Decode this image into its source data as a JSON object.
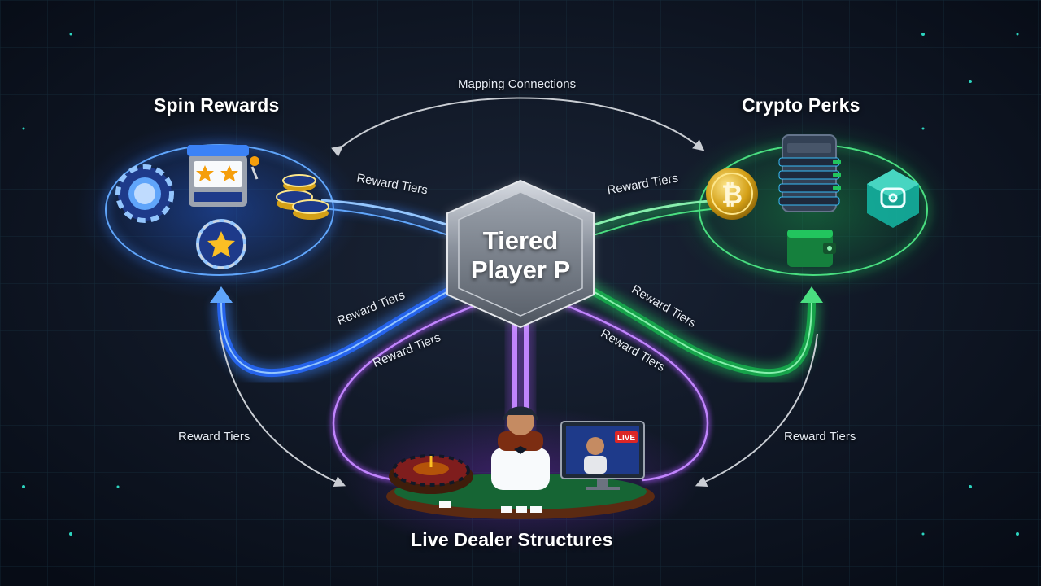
{
  "hub": {
    "line1": "Tiered",
    "line2": "Player P"
  },
  "nodes": {
    "spin": {
      "title": "Spin Rewards",
      "color": "#3b82f6"
    },
    "crypto": {
      "title": "Crypto Perks",
      "color": "#22c55e"
    },
    "live": {
      "title": "Live Dealer Structures",
      "color": "#a855f7"
    }
  },
  "mapping_label": "Mapping Connections",
  "edge_labels": {
    "spin_hub": "Reward Tiers",
    "hub_crypto": "Reward Tiers",
    "hub_spin_lower": "Reward Tiers",
    "hub_live_left": "Reward Tiers",
    "hub_crypto_lower": "Reward Tiers",
    "hub_live_right": "Reward Tiers",
    "left_outer": "Reward Tiers",
    "right_outer": "Reward Tiers"
  },
  "icons": {
    "chip": "poker-chip-icon",
    "slot": "slot-machine-icon",
    "star": "star-badge-icon",
    "bitcoin": "bitcoin-coin-icon",
    "phone": "mobile-app-icon",
    "wallet": "wallet-icon",
    "cube": "blockchain-cube-icon",
    "dealer": "dealer-icon",
    "roulette": "roulette-wheel-icon",
    "monitor": "live-stream-monitor-icon"
  },
  "live_badge": "LIVE"
}
